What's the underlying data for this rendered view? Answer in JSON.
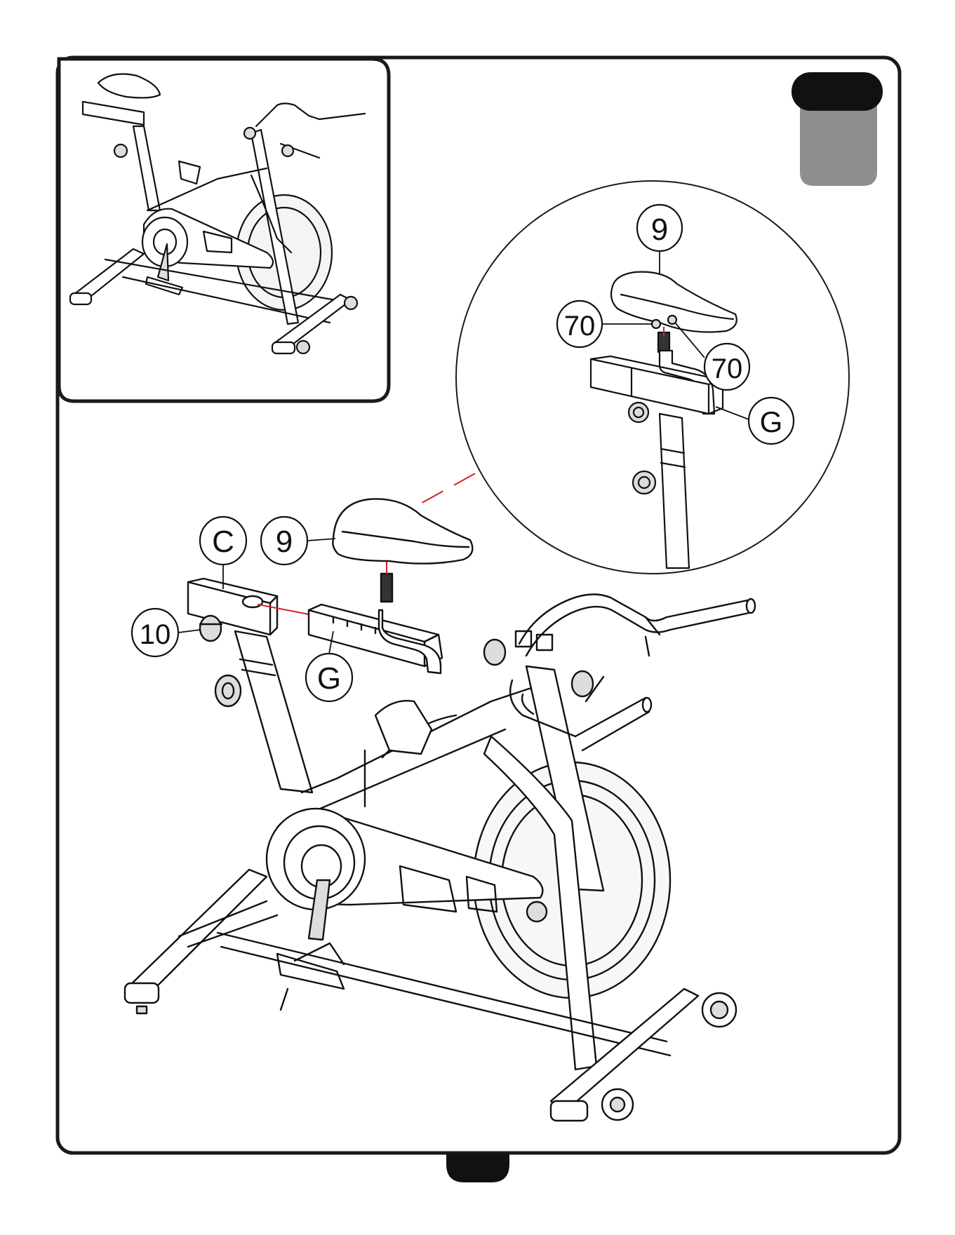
{
  "page": {
    "step_badge": "",
    "page_number": ""
  },
  "callouts": {
    "detail_seat": "9",
    "detail_bolt_left": "70",
    "detail_bolt_right": "70",
    "detail_slider": "G",
    "main_post": "C",
    "main_seat": "9",
    "main_knob": "10",
    "main_slider": "G"
  },
  "colors": {
    "ink": "#111111",
    "frame_border": "#1a1a1a",
    "badge_top": "#111111",
    "badge_bottom": "#8e8e8e",
    "leader_red": "#d42020",
    "page_tab": "#111111"
  }
}
